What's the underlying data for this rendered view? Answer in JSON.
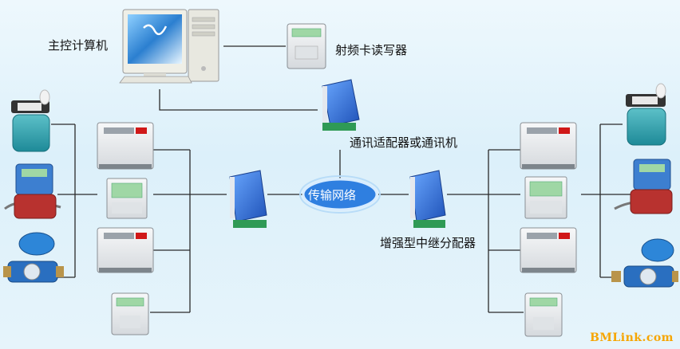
{
  "labels": {
    "host_computer": "主控计算机",
    "rf_reader": "射频卡读写器",
    "comm_adapter": "通讯适配器或通讯机",
    "network": "传输网络",
    "repeater": "增强型中继分配器"
  },
  "watermark": "BMLink.com",
  "colors": {
    "line": "#2a2a2a",
    "adapter_blue": "#2f6fd6",
    "network_oval": "#2f7fe0",
    "controller_panel": "#e9ecef",
    "display_green": "#9fd7a5",
    "logo_red": "#d01818",
    "watermark": "#f6a500"
  },
  "icons": [
    "computer-icon",
    "card-reader-icon",
    "comm-adapter-icon",
    "repeater-icon",
    "controller-icon",
    "display-controller-icon",
    "card-terminal-icon",
    "gas-meter-icon",
    "heat-meter-icon",
    "water-meter-icon"
  ]
}
